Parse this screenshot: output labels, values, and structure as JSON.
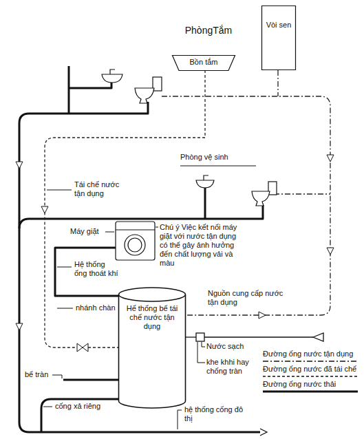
{
  "diagram": {
    "nodes": [
      {
        "text": [
          "Bồn tắm"
        ]
      },
      {
        "text": [
          "Vòi sen"
        ]
      },
      {
        "text": [
          "Hế thống bể tái chế nước tận dụng"
        ]
      }
    ],
    "labels": [
      "PhòngTắm",
      "Phòng vệ sinh",
      "Tái chế nước tận dụng",
      "Máy giặt",
      "Chú ý Việc kết nối máy giặt với nước tận dụng có thể gây ảnh hưởng đến chất lượng vải và màu",
      "Hệ thống ống thoát khí",
      "nhánh chàn",
      "Nguồn cung cấp nước tận dụng",
      "Nước sạch",
      "khe khhi hay chống tràn",
      "bể tràn",
      "cống xả riêng",
      "hệ thống cống đô thị"
    ],
    "legend": [
      {
        "text": "Đường ống nước tận dụng"
      },
      {
        "text": "Đường ống nước đã tái chế"
      },
      {
        "text": "Đường ống nước thải"
      }
    ]
  }
}
